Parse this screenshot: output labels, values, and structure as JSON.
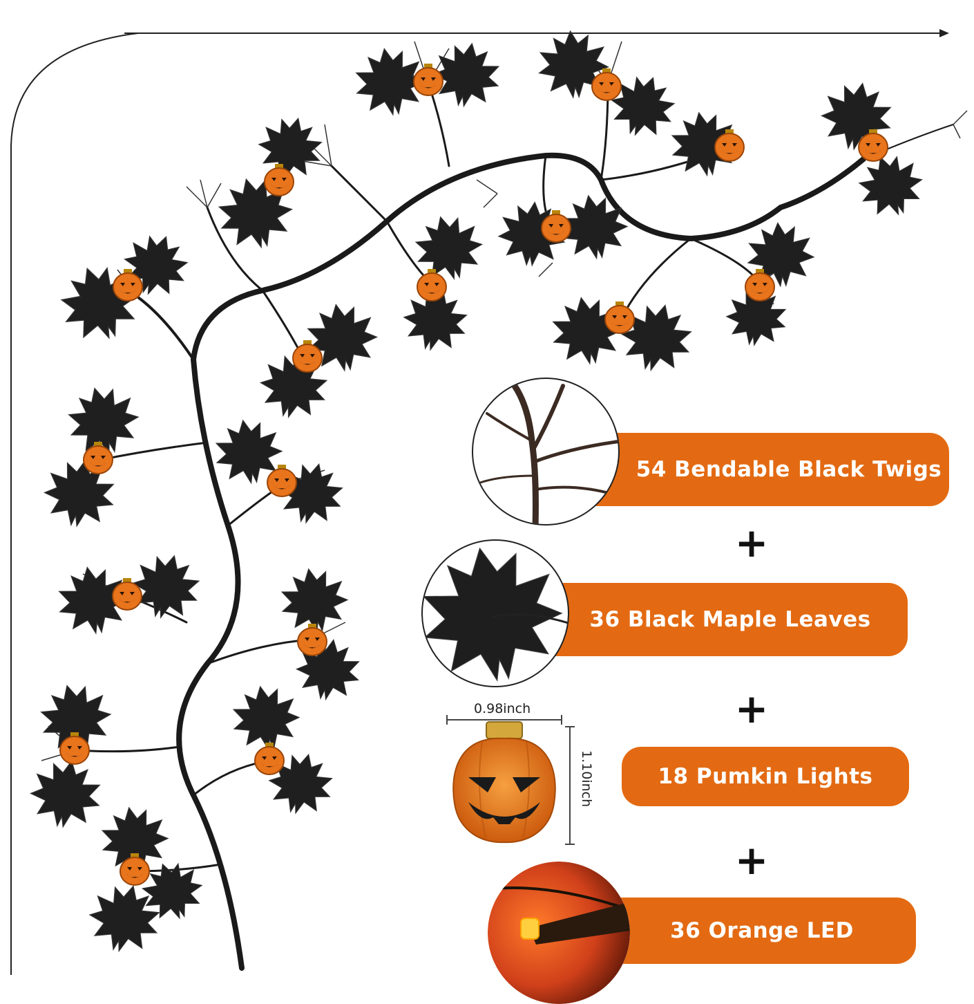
{
  "features": [
    {
      "label": "54 Bendable Black Twigs"
    },
    {
      "label": "36 Black Maple Leaves"
    },
    {
      "label": "18 Pumkin Lights"
    },
    {
      "label": "36 Orange LED"
    }
  ],
  "separator": "+",
  "dimensions": {
    "width": "0.98inch",
    "height": "1.10inch"
  },
  "colors": {
    "accent": "#e36a12",
    "leaf": "#1f1f1f",
    "pumpkin": "#e8741c"
  },
  "icons": [
    "maple-leaf-icon",
    "pumpkin-icon",
    "branch-icon",
    "led-bulb-icon"
  ]
}
